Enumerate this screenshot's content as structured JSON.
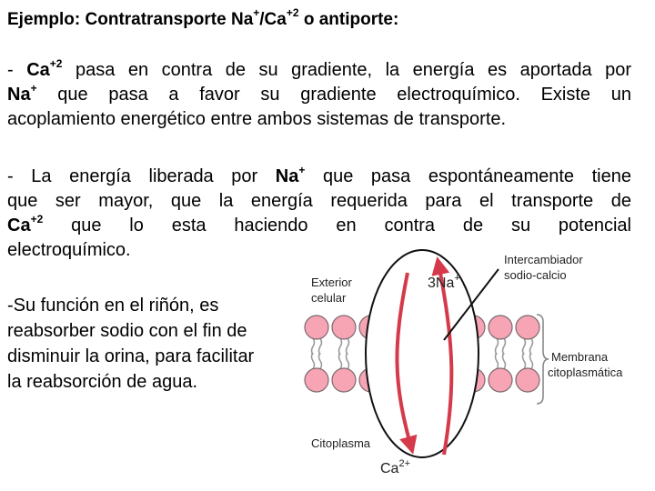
{
  "title": {
    "pre": "Ejemplo: Contratransporte Na",
    "sup1": "+",
    "mid": "/Ca",
    "sup2": "+2",
    "post": " o antiporte:"
  },
  "paragraph1": {
    "dash": "- ",
    "ca": "Ca",
    "ca_sup": "+2",
    "text1": " pasa en contra de su gradiente, la energía es aportada por",
    "na": "Na",
    "na_sup": "+",
    "text2": "  que pasa a favor su gradiente electroquímico. Existe un",
    "line3": "acoplamiento energético entre ambos sistemas de transporte."
  },
  "paragraph2": {
    "line1_pre": "- La energía liberada por ",
    "na": "Na",
    "na_sup": "+",
    "line1_post": " que pasa espontáneamente tiene",
    "line2": "que ser mayor, que la energía requerida para el transporte de",
    "ca": "Ca",
    "ca_sup": "+2",
    "line3_post": " que lo esta haciendo en contra de su potencial",
    "line4": "electroquímico."
  },
  "paragraph3": {
    "line1": "-Su función en el riñón, es",
    "line2": "reabsorber sodio con el fin de",
    "line3": "disminuir la orina, para facilitar",
    "line4": "la reabsorción de agua."
  },
  "diagram": {
    "exterior_line1": "Exterior",
    "exterior_line2": "celular",
    "na_label": "3Na",
    "na_label_sup": "+",
    "exchanger_line1": "Intercambiador",
    "exchanger_line2": "sodio-calcio",
    "membrane_line1": "Membrana",
    "membrane_line2": "citoplasmática",
    "cytoplasm": "Citoplasma",
    "ca_label": "Ca",
    "ca_label_sup": "2+",
    "colors": {
      "head_fill": "#f7a4b4",
      "head_stroke": "#7a6a70",
      "tail": "#9a9a9a",
      "arrow": "#d43a4a",
      "line": "#111111"
    }
  }
}
